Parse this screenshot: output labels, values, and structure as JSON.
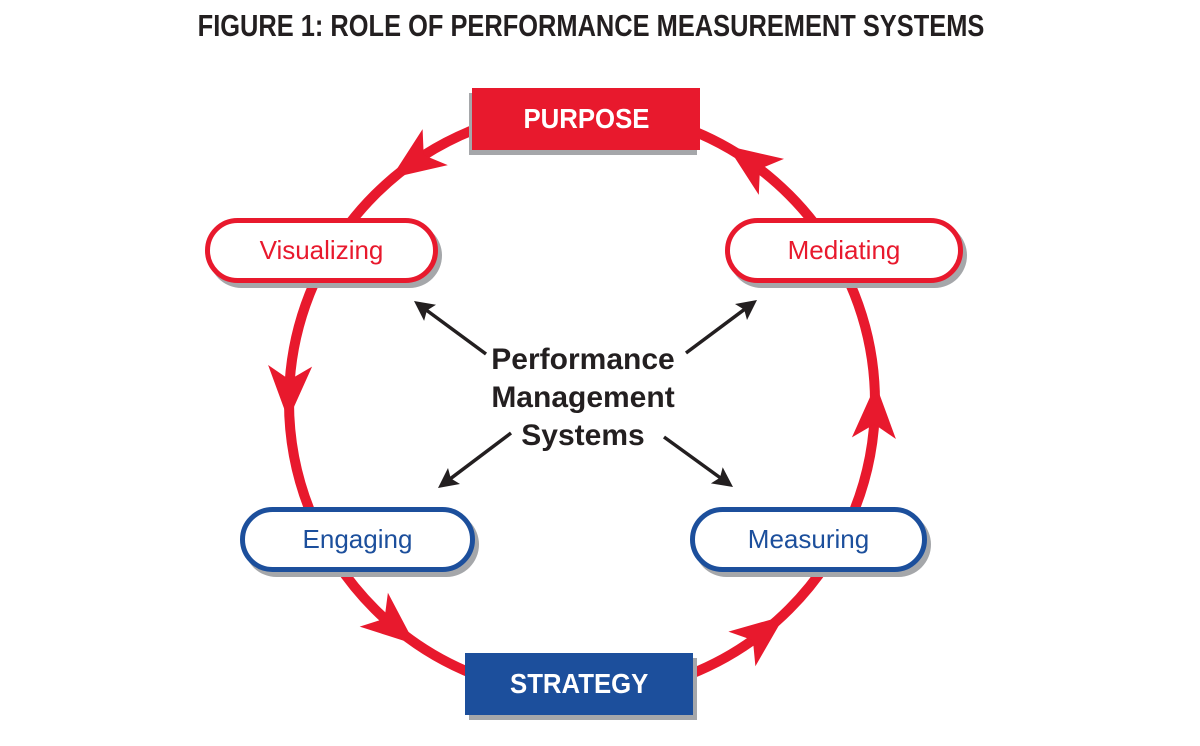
{
  "title": "FIGURE 1: ROLE OF PERFORMANCE MEASUREMENT SYSTEMS",
  "colors": {
    "red": "#E8192D",
    "blue": "#1C4F9C",
    "shadow_gray": "#A5A7AA",
    "text_black": "#231F20",
    "white": "#FFFFFF"
  },
  "diagram": {
    "type": "cycle",
    "direction": "counterclockwise",
    "top_node": "PURPOSE",
    "bottom_node": "STRATEGY",
    "center_label": {
      "line1": "Performance",
      "line2": "Management",
      "line3": "Systems"
    },
    "roles": [
      {
        "label": "Visualizing",
        "theme": "red",
        "position": "top-left"
      },
      {
        "label": "Mediating",
        "theme": "red",
        "position": "top-right"
      },
      {
        "label": "Engaging",
        "theme": "blue",
        "position": "bottom-left"
      },
      {
        "label": "Measuring",
        "theme": "blue",
        "position": "bottom-right"
      }
    ]
  }
}
